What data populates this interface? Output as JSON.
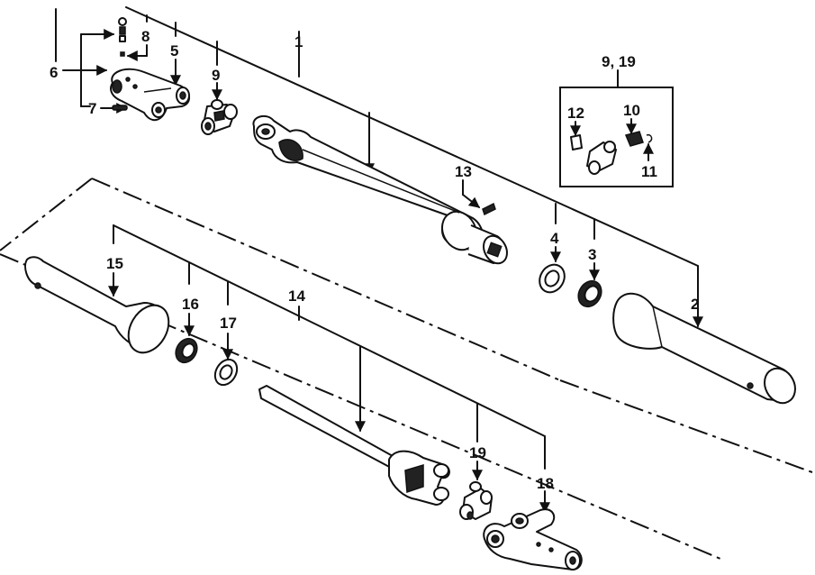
{
  "callouts": {
    "c1": "1",
    "c2": "2",
    "c3": "3",
    "c4": "4",
    "c5": "5",
    "c6": "6",
    "c7": "7",
    "c8": "8",
    "c9": "9",
    "c9_19": "9, 19",
    "c10": "10",
    "c11": "11",
    "c12": "12",
    "c13": "13",
    "c14": "14",
    "c15": "15",
    "c16": "16",
    "c17": "17",
    "c18": "18",
    "c19": "19"
  }
}
